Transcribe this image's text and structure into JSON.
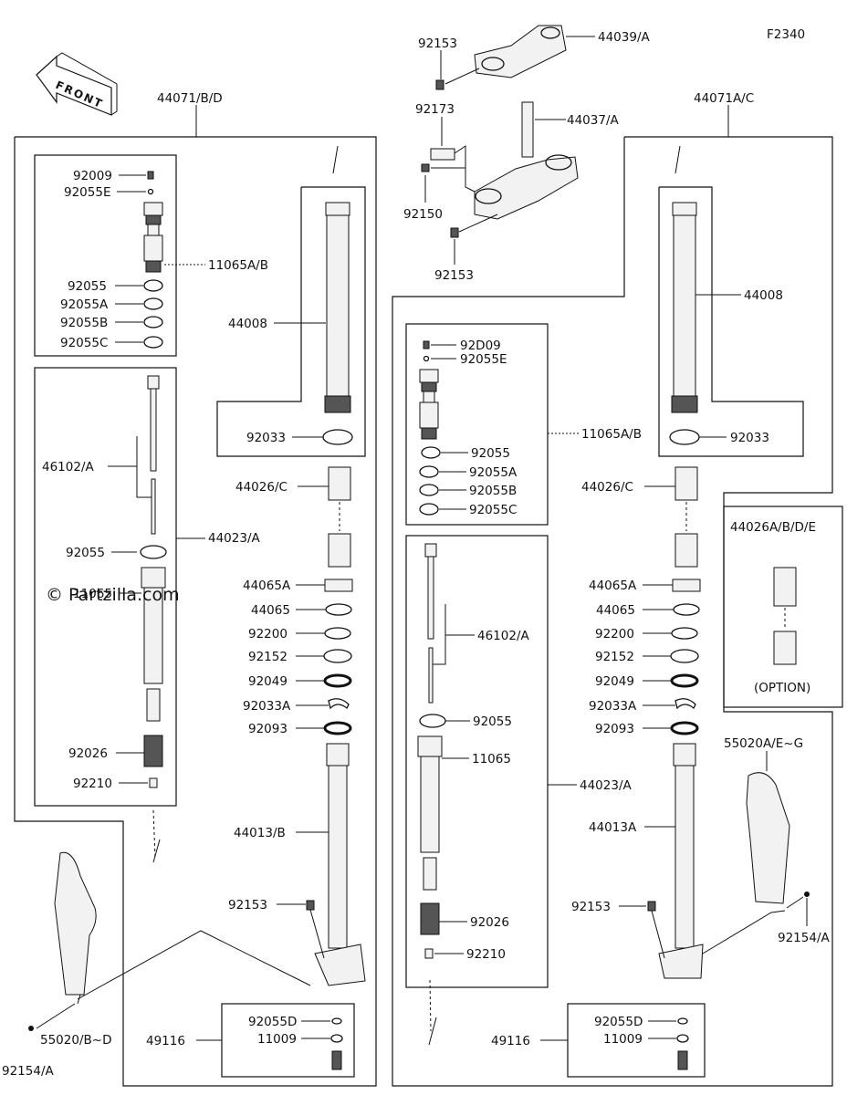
{
  "diagram_code": "F2340",
  "front_label": "FRONT",
  "watermark": "© Partzilla.com",
  "option_label": "(OPTION)",
  "labels": {
    "l_44071bd": "44071/B/D",
    "l_92009": "92009",
    "l_92055E": "92055E",
    "l_11065ab": "11065A/B",
    "l_92055": "92055",
    "l_92055A": "92055A",
    "l_92055B": "92055B",
    "l_92055C": "92055C",
    "l_44008": "44008",
    "l_92033": "92033",
    "l_46102a": "46102/A",
    "l_44026c": "44026/C",
    "l_44023a": "44023/A",
    "l_92055b2": "92055",
    "l_11065": "11065",
    "l_44065A": "44065A",
    "l_44065": "44065",
    "l_92200": "92200",
    "l_92152": "92152",
    "l_92049": "92049",
    "l_92033A": "92033A",
    "l_92093": "92093",
    "l_92026": "92026",
    "l_92210": "92210",
    "l_44013b": "44013/B",
    "l_92153a": "92153",
    "l_92055D": "92055D",
    "l_11009": "11009",
    "l_49116": "49116",
    "l_55020bd": "55020/B~D",
    "l_92154a": "92154/A",
    "c_92153a": "92153",
    "c_44039a": "44039/A",
    "c_92173": "92173",
    "c_44037a": "44037/A",
    "c_92150": "92150",
    "c_92153b": "92153",
    "r_44071ac": "44071A/C",
    "r_44008": "44008",
    "r_92033": "92033",
    "m_92009": "92D09",
    "m_92055E": "92055E",
    "m_11065ab": "11065A/B",
    "m_92055": "92055",
    "m_92055A": "92055A",
    "m_92055B": "92055B",
    "m_92055C": "92055C",
    "m_46102a": "46102/A",
    "m_92055b2": "92055",
    "m_11065": "11065",
    "m_44023a": "44023/A",
    "m_92026": "92026",
    "m_92210": "92210",
    "m_49116": "49116",
    "r_92055D": "92055D",
    "r_11009": "11009",
    "r_44026c": "44026/C",
    "r_44065A": "44065A",
    "r_44065": "44065",
    "r_92200": "92200",
    "r_92152": "92152",
    "r_92049": "92049",
    "r_92033A": "92033A",
    "r_92093": "92093",
    "r_44013A": "44013A",
    "r_92153": "92153",
    "r_44026abde": "44026A/B/D/E",
    "r_55020aeg": "55020A/E~G",
    "r_92154a": "92154/A"
  }
}
